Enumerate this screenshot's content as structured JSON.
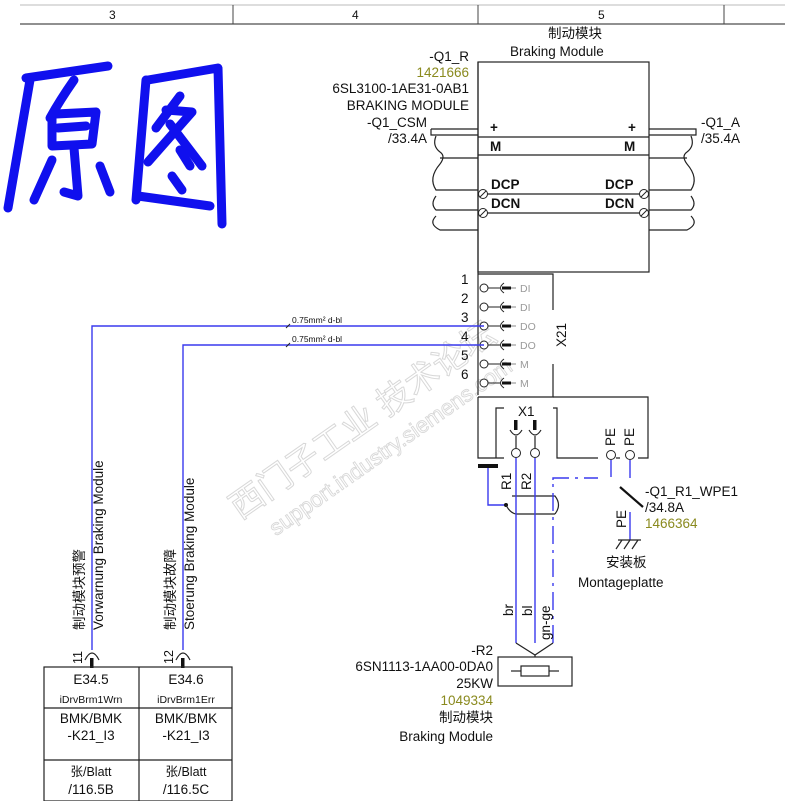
{
  "header": {
    "columns": [
      "3",
      "4",
      "5"
    ]
  },
  "annotation": {
    "handwritten_text": "原图",
    "color": "#1010ee"
  },
  "watermark": {
    "cn": "西门子工业 技术论坛",
    "url": "support.industry.siemens.com"
  },
  "braking_module": {
    "title_cn": "制动模块",
    "title_en": "Braking Module",
    "tag": "-Q1_R",
    "article_id": "1421666",
    "order_no": "6SL3100-1AE31-0AB1",
    "description": "BRAKING MODULE",
    "left_ref_tag": "-Q1_CSM",
    "left_ref_page": "/33.4A",
    "right_ref_tag": "-Q1_A",
    "right_ref_page": "/35.4A",
    "terminals": {
      "plus_left": "+",
      "plus_right": "+",
      "m_left": "M",
      "m_right": "M",
      "dcp_left": "DCP",
      "dcp_right": "DCP",
      "dcn_left": "DCN",
      "dcn_right": "DCN"
    }
  },
  "x21": {
    "label": "X21",
    "pins": [
      {
        "num": "1",
        "signal": "DI"
      },
      {
        "num": "2",
        "signal": "DI"
      },
      {
        "num": "3",
        "signal": "DO"
      },
      {
        "num": "4",
        "signal": "DO"
      },
      {
        "num": "5",
        "signal": "M"
      },
      {
        "num": "6",
        "signal": "M"
      }
    ],
    "wire_labels": [
      "0.75mm² d-bl",
      "0.75mm² d-bl"
    ]
  },
  "x1": {
    "label": "X1",
    "pins": [
      "R1",
      "R2"
    ],
    "pe_labels": [
      "PE",
      "PE"
    ]
  },
  "pe_connection": {
    "tag": "-Q1_R1_WPE1",
    "page_ref": "/34.8A",
    "article_id": "1466364",
    "pe_label": "PE",
    "plate_cn": "安装板",
    "plate_de": "Montageplatte"
  },
  "resistor": {
    "tag": "-R2",
    "order_no": "6SN1113-1AA00-0DA0",
    "power": "25KW",
    "article_id": "1049334",
    "title_cn": "制动模块",
    "title_en": "Braking Module",
    "wire_colors": [
      "br",
      "bl",
      "gn-ge"
    ]
  },
  "plc_inputs": [
    {
      "pin": "11",
      "desc_cn": "制动模块预警",
      "desc_en": "Vorwarnung Braking Module",
      "address": "E34.5",
      "symbol": "iDrvBrm1Wrn",
      "bmk_label": "BMK/BMK",
      "bmk": "-K21_I3",
      "sheet_label": "张/Blatt",
      "sheet": "/116.5B"
    },
    {
      "pin": "12",
      "desc_cn": "制动模块故障",
      "desc_en": "Stoerung Braking Module",
      "address": "E34.6",
      "symbol": "iDrvBrm1Err",
      "bmk_label": "BMK/BMK",
      "bmk": "-K21_I3",
      "sheet_label": "张/Blatt",
      "sheet": "/116.5C"
    }
  ]
}
